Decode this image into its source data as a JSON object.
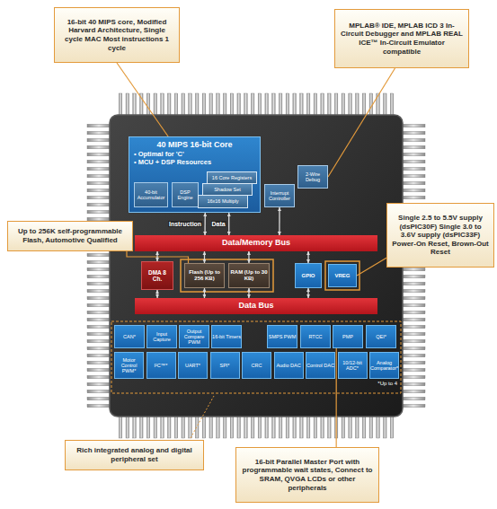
{
  "diagram": {
    "nodes": [
      {
        "text": [
          "16-bit 40 MIPS core, Modified Harvard Architecture, Single cycle MAC Most instructions 1 cycle"
        ]
      },
      {
        "text": [
          "MPLAB® IDE, MPLAB ICD 3 In-Circuit Debugger and MPLAB REAL ICE™ In-Circuit Emulator compatible"
        ]
      },
      {
        "text": [
          "40 MIPS 16-bit Core",
          "• Optimal for 'C'",
          "• MCU + DSP Resources"
        ]
      },
      {
        "text": [
          "40-bit Accumulator"
        ],
        "in": 2
      },
      {
        "text": [
          "DSP Engine"
        ],
        "in": 2
      },
      {
        "text": [
          "16 Core Registers"
        ],
        "in": 2
      },
      {
        "text": [
          "Shadow Set"
        ],
        "in": 2
      },
      {
        "text": [
          "16x16 Multiply"
        ],
        "in": 2
      },
      {
        "text": [
          "Interrupt Controller"
        ]
      },
      {
        "text": [
          "2-Wire Debug"
        ]
      },
      {
        "text": [
          "Up to 256K self-programmable Flash, Automotive Qualified"
        ]
      },
      {
        "text": [
          "Single 2.5 to 5.5V supply (dsPIC30F) Single 3.0 to 3.6V supply (dsPIC33F) Power-On Reset, Brown-Out Reset"
        ]
      },
      {
        "text": [
          "Data/Memory Bus"
        ]
      },
      {
        "text": [
          "DMA 8 Ch."
        ]
      },
      {
        "text": [
          "Flash (Up to 256 KB)"
        ]
      },
      {
        "text": [
          "RAM (Up to 30 KB)"
        ]
      },
      {
        "text": [
          "GPIO"
        ]
      },
      {
        "text": [
          "VREG"
        ]
      },
      {
        "text": [
          "Data Bus"
        ]
      },
      {
        "text": [
          "CAN*"
        ]
      },
      {
        "text": [
          "Input Capture"
        ]
      },
      {
        "text": [
          "Output Compare PWM"
        ]
      },
      {
        "text": [
          "16-bit Timers"
        ]
      },
      {
        "text": [
          "SMPS PWM"
        ]
      },
      {
        "text": [
          "RTCC"
        ]
      },
      {
        "text": [
          "PMP"
        ]
      },
      {
        "text": [
          "QEI*"
        ]
      },
      {
        "text": [
          "Motor Control PWM*"
        ]
      },
      {
        "text": [
          "I²C™*"
        ]
      },
      {
        "text": [
          "UART*"
        ]
      },
      {
        "text": [
          "SPI*"
        ]
      },
      {
        "text": [
          "CRC"
        ]
      },
      {
        "text": [
          "Audio DAC"
        ]
      },
      {
        "text": [
          "Control DAC"
        ]
      },
      {
        "text": [
          "10/12-bit ADC*"
        ]
      },
      {
        "text": [
          "Analog Comparator*"
        ]
      },
      {
        "text": [
          "Rich integrated analog and digital peripheral set"
        ]
      },
      {
        "text": [
          "16-bit Parallel Master Port with programmable wait states, Connect to SRAM, QVGA LCDs or other peripherals"
        ]
      }
    ],
    "edges": [
      {
        "from": 0,
        "to": 2,
        "arrow": "none"
      },
      {
        "from": 1,
        "to": 9,
        "arrow": "none"
      },
      {
        "from": 10,
        "to": 14,
        "arrow": "none"
      },
      {
        "from": 11,
        "to": 17,
        "arrow": "none"
      },
      {
        "from": 37,
        "to": 25,
        "arrow": "none"
      },
      {
        "from": 2,
        "to": 12,
        "label": "Instruction",
        "arrow": "both"
      },
      {
        "from": 2,
        "to": 12,
        "label": "Data",
        "arrow": "both"
      },
      {
        "from": 8,
        "to": 12,
        "arrow": "both"
      },
      {
        "from": 12,
        "to": 13,
        "arrow": "both"
      },
      {
        "from": 12,
        "to": 14,
        "arrow": "both"
      },
      {
        "from": 12,
        "to": 15,
        "arrow": "both"
      },
      {
        "from": 12,
        "to": 16,
        "arrow": "both"
      },
      {
        "from": 13,
        "to": 18,
        "arrow": "both"
      },
      {
        "from": 14,
        "to": 18,
        "arrow": "both"
      },
      {
        "from": 15,
        "to": 18,
        "arrow": "both"
      },
      {
        "from": 16,
        "to": 18,
        "arrow": "both"
      }
    ],
    "labels": [
      "*Up to 4"
    ]
  }
}
